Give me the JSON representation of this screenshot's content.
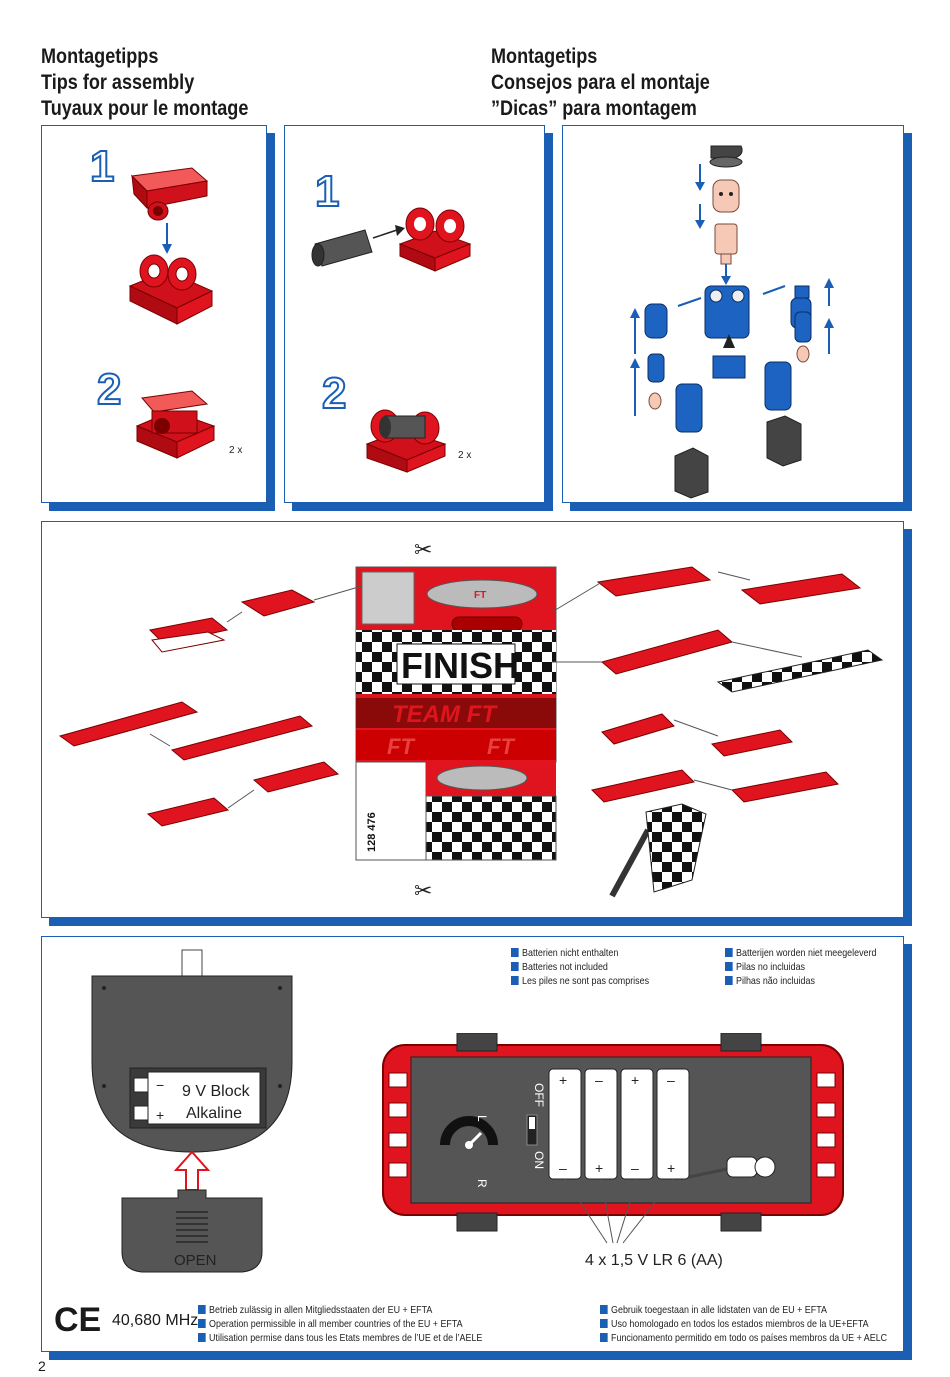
{
  "headings": {
    "left": [
      "Montagetipps",
      "Tips for assembly",
      "Tuyaux pour le montage"
    ],
    "right": [
      "Montagetips",
      "Consejos para el montaje",
      "”Dicas” para montagem"
    ]
  },
  "panel1": {
    "step1": "1",
    "step2": "2",
    "qty": "2 x"
  },
  "panel2": {
    "step1": "1",
    "step2": "2",
    "qty": "2 x"
  },
  "sticker": {
    "finish": "FINISH",
    "team": "TEAM FT",
    "ft1": "FT",
    "ft2": "FT",
    "part_no": "128 476",
    "badge_small": "FT"
  },
  "battery_notes_left": [
    "Batterien nicht enthalten",
    "Batteries not included",
    "Les piles ne sont pas comprises"
  ],
  "battery_notes_right": [
    "Batterijen worden niet meegeleverd",
    "Pilas no incluidas",
    "Pilhas não incluidas"
  ],
  "remote": {
    "battery_minus": "−",
    "battery_plus": "+",
    "battery_line1": "9 V Block",
    "battery_line2": "Alkaline",
    "lid_label": "OPEN"
  },
  "car": {
    "switch_on": "ON",
    "switch_off": "OFF",
    "dir_l": "L",
    "dir_r": "R",
    "batteries_label": "4 x 1,5 V LR 6 (AA)",
    "cell_plus": "+",
    "cell_minus": "–"
  },
  "ce": {
    "mark": "CE",
    "frequency": "40,680 MHz"
  },
  "approval_left": [
    "Betrieb zulässig in allen Mitgliedsstaaten der EU + EFTA",
    "Operation permissible in all member countries of the EU + EFTA",
    "Utilisation permise dans tous les Etats membres de l’UE et de l’AELE"
  ],
  "approval_right": [
    "Gebruik toegestaan in alle lidstaten van de EU + EFTA",
    "Uso homologado en todos los estados miembros de la UE+EFTA",
    "Funcionamento permitido em todo os países membros da UE + AELC"
  ],
  "page_number": "2",
  "colors": {
    "frame": "#1a5fb4",
    "part_red": "#e0141e",
    "part_blue": "#1c63c2",
    "dark": "#555555"
  }
}
